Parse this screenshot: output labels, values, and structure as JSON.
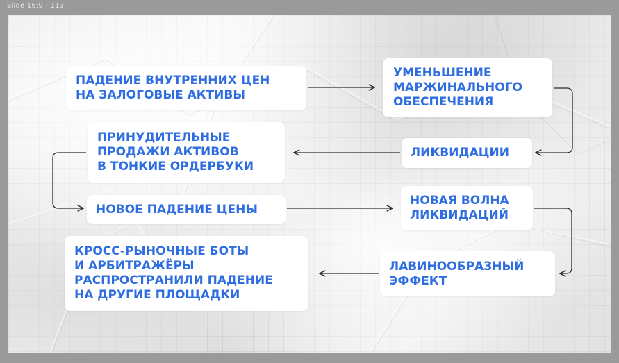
{
  "frame": {
    "label": "Slide 16:9 - 113"
  },
  "colors": {
    "text": "#2f6ee0",
    "box": "#ffffff",
    "arrow": "#2b2b2b"
  },
  "nodes": {
    "n1": {
      "lines": [
        "ПАДЕНИЕ ВНУТРЕННИХ ЦЕН",
        "НА ЗАЛОГОВЫЕ АКТИВЫ"
      ]
    },
    "n2": {
      "lines": [
        "УМЕНЬШЕНИЕ",
        "МАРЖИНАЛЬНОГО",
        "ОБЕСПЕЧЕНИЯ"
      ]
    },
    "n3": {
      "lines": [
        "ЛИКВИДАЦИИ"
      ]
    },
    "n4": {
      "lines": [
        "ПРИНУДИТЕЛЬНЫЕ",
        "ПРОДАЖИ АКТИВОВ",
        "В ТОНКИЕ ОРДЕРБУКИ"
      ]
    },
    "n5": {
      "lines": [
        "НОВОЕ ПАДЕНИЕ ЦЕНЫ"
      ]
    },
    "n6": {
      "lines": [
        "НОВАЯ ВОЛНА",
        "ЛИКВИДАЦИЙ"
      ]
    },
    "n7": {
      "lines": [
        "ЛАВИНООБРАЗНЫЙ",
        "ЭФФЕКТ"
      ]
    },
    "n8": {
      "lines": [
        "КРОСС-РЫНОЧНЫЕ БОТЫ",
        "И АРБИТРАЖЁРЫ",
        "РАСПРОСТРАНИЛИ ПАДЕНИЕ",
        "НА ДРУГИЕ ПЛОЩАДКИ"
      ]
    }
  }
}
